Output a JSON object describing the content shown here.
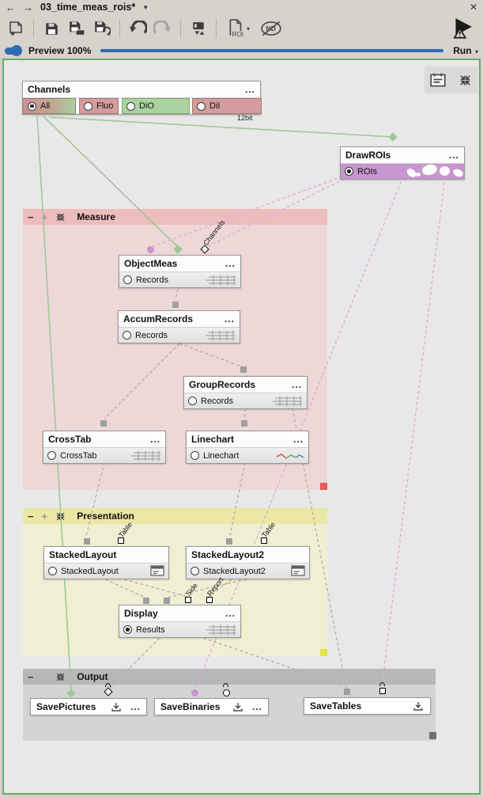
{
  "window": {
    "back": "←",
    "forward": "→",
    "title": "03_time_meas_rois*",
    "caret": "▼",
    "close": "✕"
  },
  "toolbar": {
    "roi_label": "ROI",
    "roi_caret": "▾",
    "nd_label": "ND",
    "run_label": "Run",
    "run_caret": "▾"
  },
  "preview": {
    "label": "Preview 100%"
  },
  "canvas": {
    "channels": {
      "title": "Channels",
      "menu": "...",
      "bit_label": "12bit",
      "options": [
        {
          "label": "All"
        },
        {
          "label": "Fluo"
        },
        {
          "label": "DiO"
        },
        {
          "label": "DiI"
        }
      ]
    },
    "drawrois": {
      "title": "DrawROIs",
      "menu": "...",
      "port": "ROIs"
    },
    "groups": {
      "measure": "Measure",
      "presentation": "Presentation",
      "output": "Output"
    },
    "group_controls": {
      "collapse": "−",
      "expand": "+"
    },
    "nodes": {
      "objectmeas": {
        "title": "ObjectMeas",
        "menu": "...",
        "port": "Records"
      },
      "accumrecords": {
        "title": "AccumRecords",
        "menu": "...",
        "port": "Records"
      },
      "grouprecords": {
        "title": "GroupRecords",
        "menu": "...",
        "port": "Records"
      },
      "crosstab": {
        "title": "CrossTab",
        "menu": "...",
        "port": "CrossTab"
      },
      "linechart": {
        "title": "Linechart",
        "menu": "...",
        "port": "Linechart"
      },
      "stackedlayout": {
        "title": "StackedLayout",
        "port": "StackedLayout"
      },
      "stackedlayout2": {
        "title": "StackedLayout2",
        "port": "StackedLayout2"
      },
      "display": {
        "title": "Display",
        "menu": "...",
        "port": "Results"
      }
    },
    "save_nodes": {
      "savepictures": {
        "title": "SavePictures",
        "menu": "..."
      },
      "savebinaries": {
        "title": "SaveBinaries",
        "menu": "..."
      },
      "savetables": {
        "title": "SaveTables"
      }
    },
    "link_labels": {
      "channels": "Channels",
      "table1": "Table",
      "table2": "Table",
      "side": "Side",
      "report": "Report"
    }
  },
  "colors": {
    "accent-blue": "#2e6db4",
    "canvas-border": "#6da86d",
    "measure-header": "#edbcbc",
    "measure-body": "#eed7d7",
    "presentation-header": "#ebe7a4",
    "presentation-body": "#f1efd3",
    "output-header": "#b7b7b7",
    "output-body": "#d4d4d4",
    "roi-purple": "#c795cf",
    "link-green": "#9cc996",
    "link-pink": "#dcaedb",
    "link-gray": "#b7b0ab",
    "handle-red": "#e05c55",
    "handle-yellow": "#e7e44c",
    "handle-gray": "#6f6f6f"
  }
}
